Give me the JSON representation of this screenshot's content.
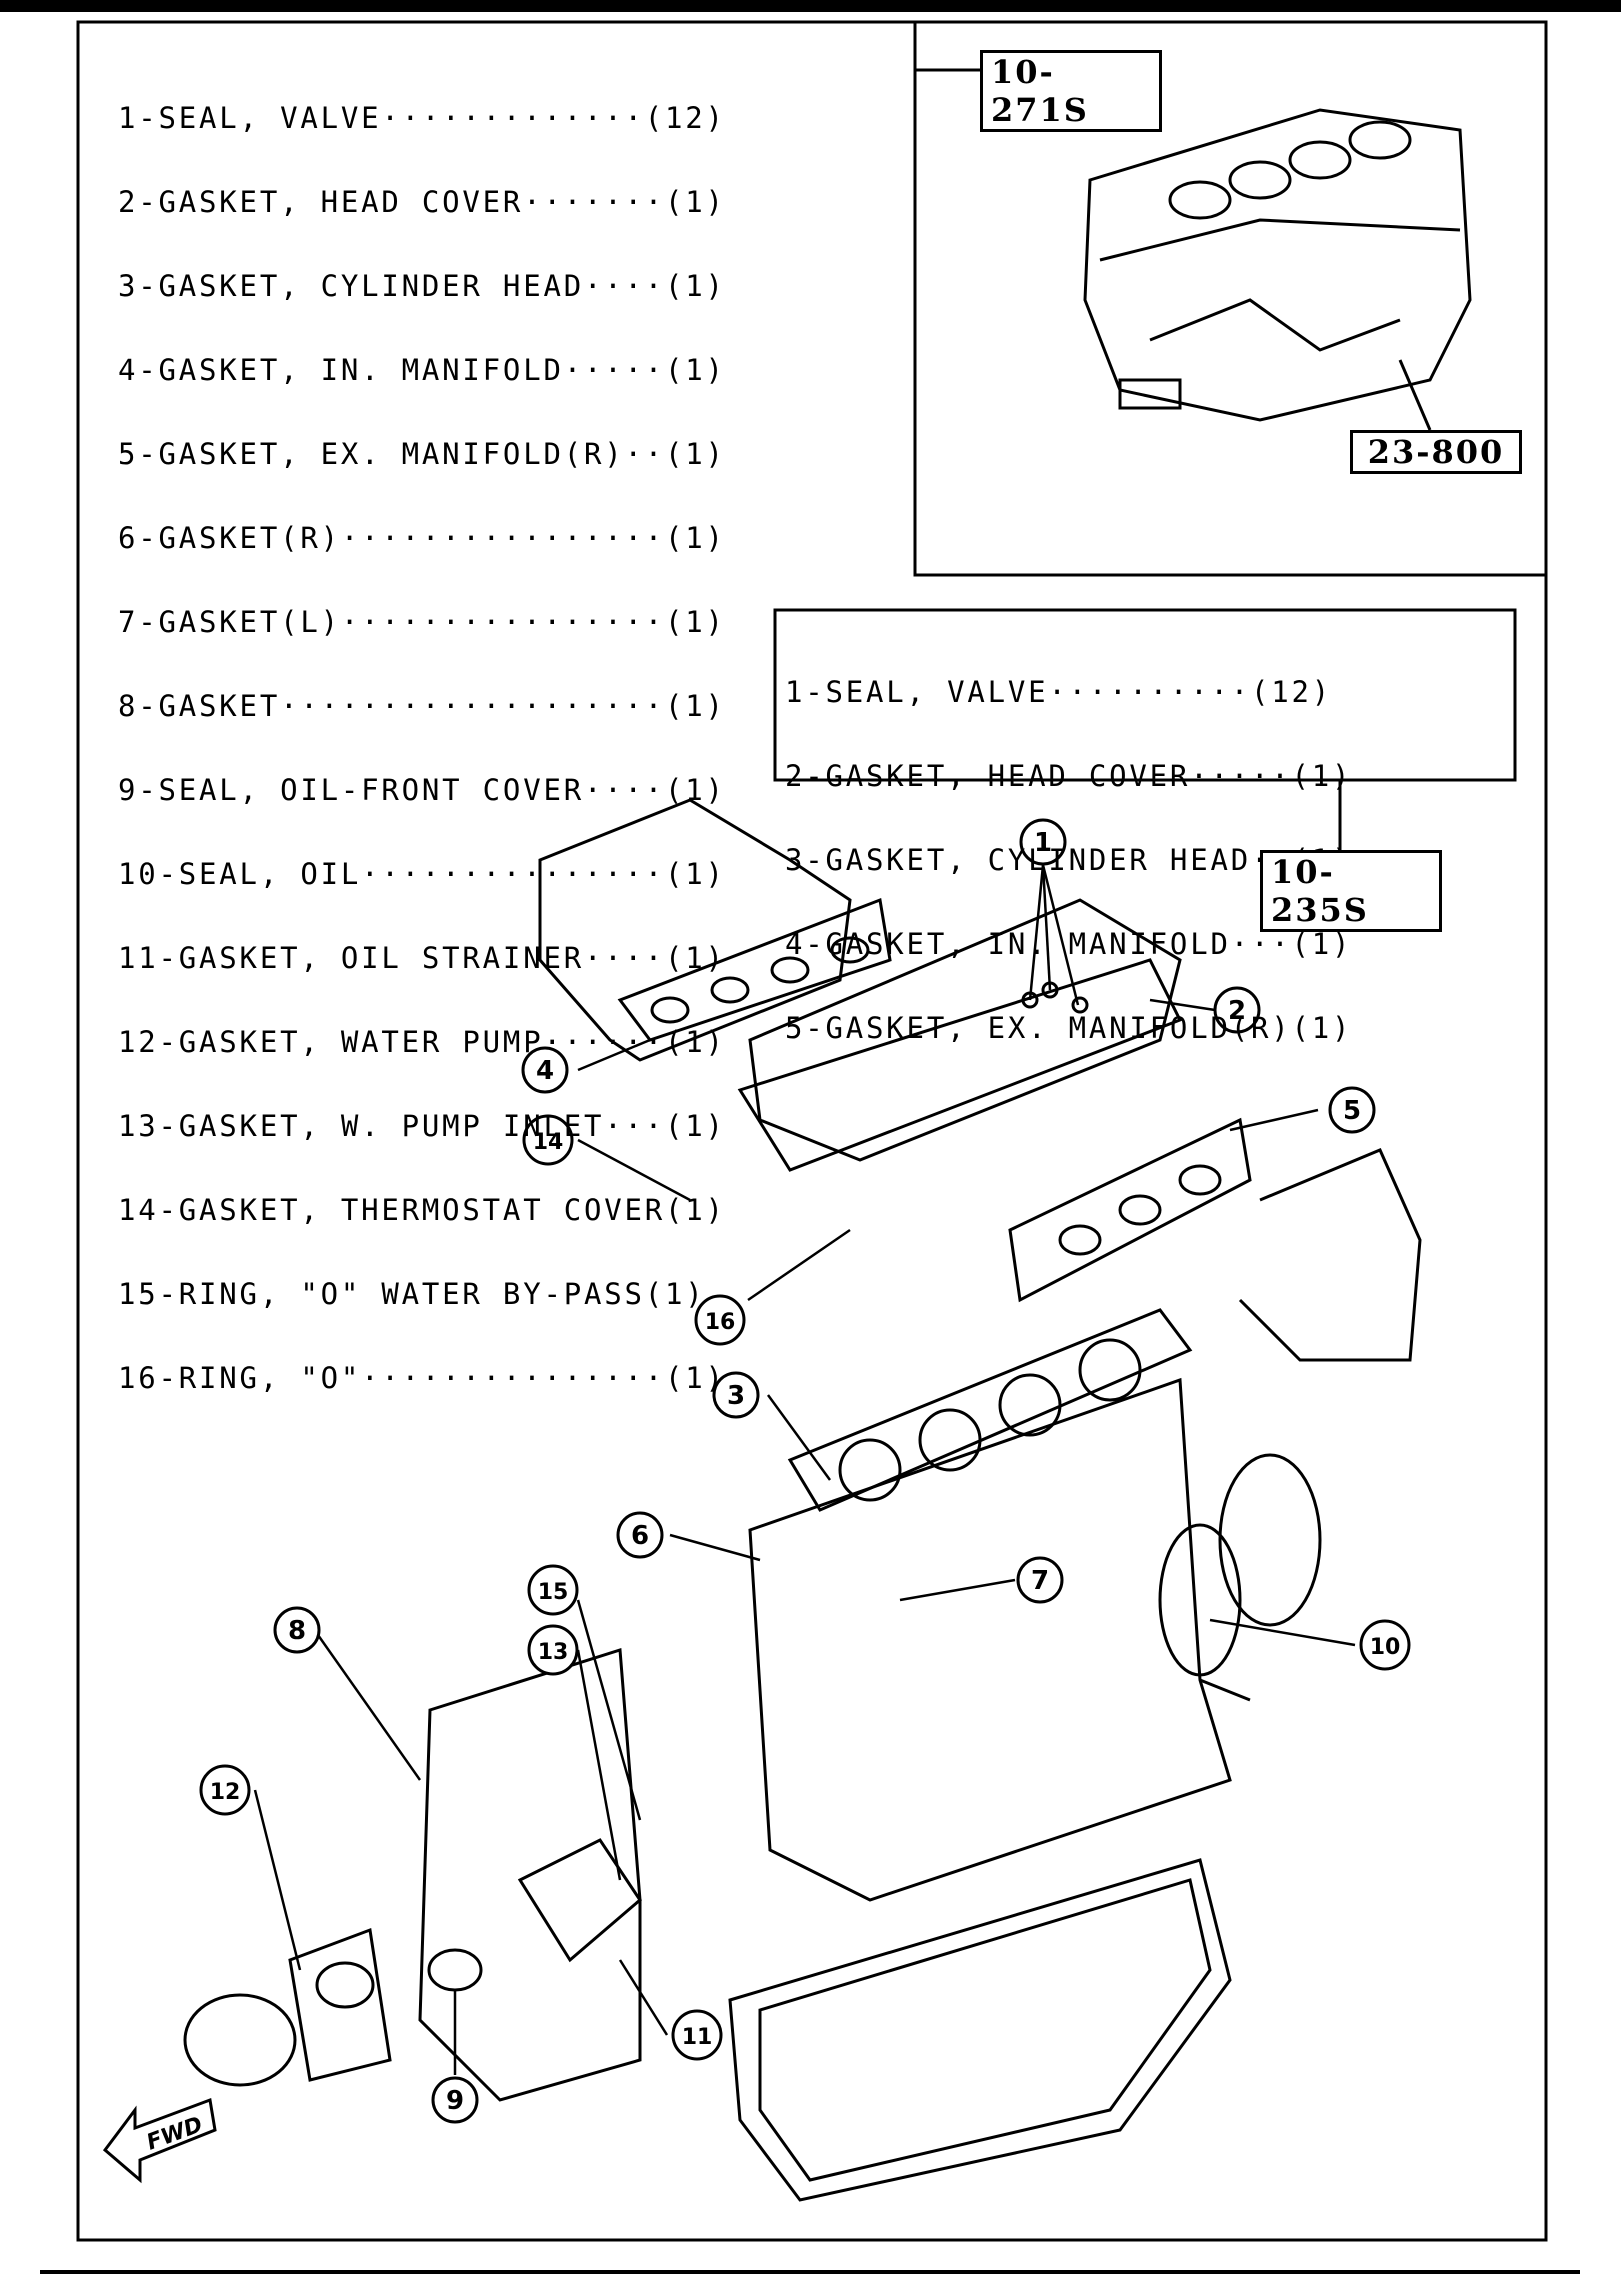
{
  "kit_10_271s": {
    "label": "10-271S",
    "items": [
      "1-SEAL, VALVE·············(12)",
      "2-GASKET, HEAD COVER·······(1)",
      "3-GASKET, CYLINDER HEAD····(1)",
      "4-GASKET, IN. MANIFOLD·····(1)",
      "5-GASKET, EX. MANIFOLD(R)··(1)",
      "6-GASKET(R)················(1)",
      "7-GASKET(L)················(1)",
      "8-GASKET···················(1)",
      "9-SEAL, OIL-FRONT COVER····(1)",
      "10-SEAL, OIL···············(1)",
      "11-GASKET, OIL STRAINER····(1)",
      "12-GASKET, WATER PUMP······(1)",
      "13-GASKET, W. PUMP INLET···(1)",
      "14-GASKET, THERMOSTAT COVER(1)",
      "15-RING, \"O\" WATER BY-PASS(1)",
      "16-RING, \"O\"···············(1)"
    ]
  },
  "kit_10_235s": {
    "label": "10-235S",
    "items": [
      "1-SEAL, VALVE··········(12)",
      "2-GASKET, HEAD COVER·····(1)",
      "3-GASKET, CYLINDER HEAD··(1)",
      "4-GASKET, IN. MANIFOLD···(1)",
      "5-GASKET, EX. MANIFOLD(R)(1)"
    ]
  },
  "engine_block_ref": "23-800",
  "fwd_label": "FWD",
  "callouts": [
    "1",
    "2",
    "3",
    "4",
    "5",
    "6",
    "7",
    "8",
    "9",
    "10",
    "11",
    "12",
    "13",
    "14",
    "15",
    "16"
  ]
}
